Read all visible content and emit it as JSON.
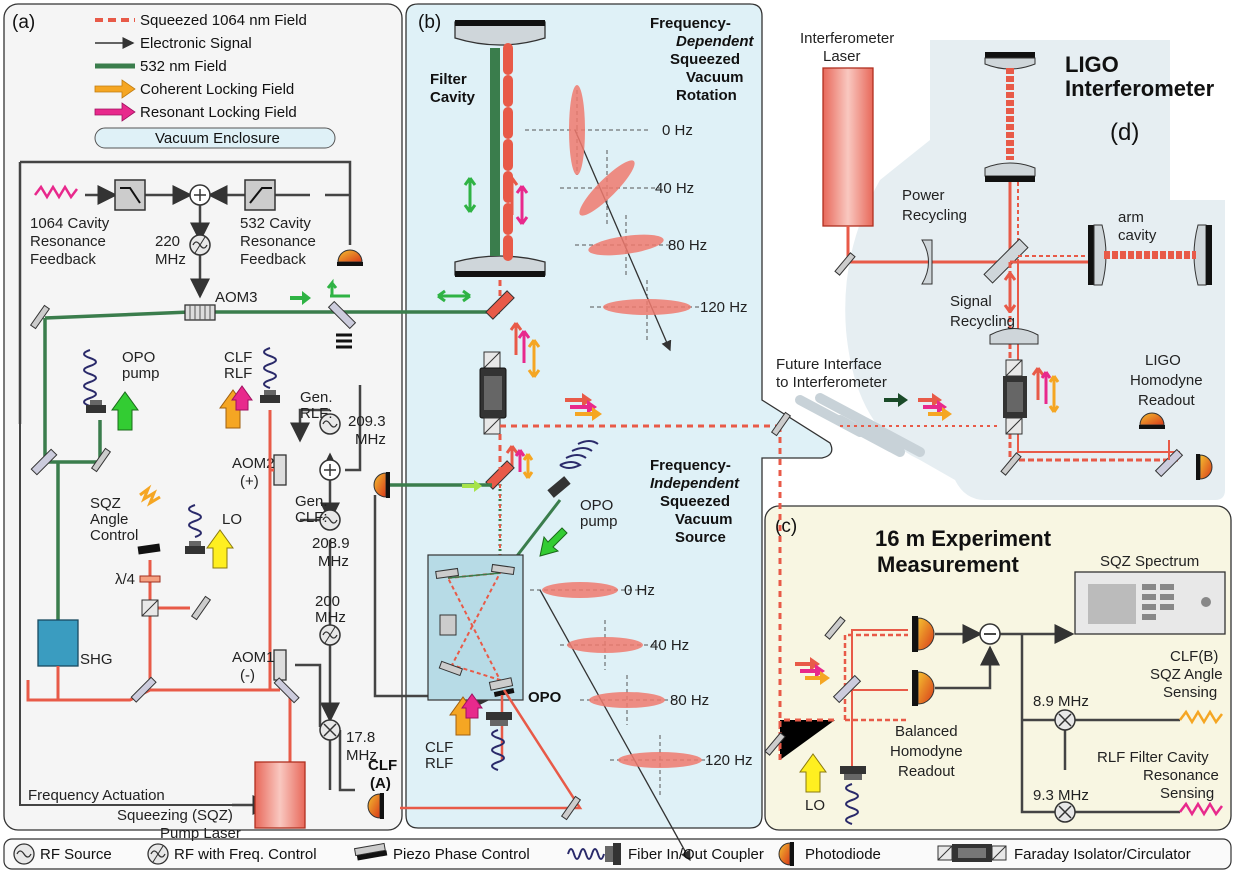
{
  "legend": {
    "squeezed": "Squeezed 1064 nm Field",
    "electronic": "Electronic Signal",
    "green": "532 nm Field",
    "coherent": "Coherent Locking Field",
    "resonant": "Resonant Locking Field",
    "vacuum": "Vacuum Enclosure"
  },
  "panels": {
    "a": "(a)",
    "b": "(b)",
    "c": "(c)",
    "d": "(d)"
  },
  "panel_a": {
    "cav1064_1": "1064 Cavity",
    "cav1064_2": "Resonance",
    "cav1064_3": "Feedback",
    "cav532_1": "532 Cavity",
    "cav532_2": "Resonance",
    "cav532_3": "Feedback",
    "f220_1": "220",
    "f220_2": "MHz",
    "aom3": "AOM3",
    "opo_pump_1": "OPO",
    "opo_pump_2": "pump",
    "clf": "CLF",
    "rlf": "RLF",
    "gen_rlf_1": "Gen.",
    "gen_rlf_2": "RLF:",
    "f2093_1": "209.3",
    "f2093_2": "MHz",
    "aom2": "AOM2",
    "aom2_sign": "(+)",
    "gen_clf_1": "Gen.",
    "gen_clf_2": "CLF:",
    "f2089_1": "208.9",
    "f2089_2": "MHz",
    "sqz_1": "SQZ",
    "sqz_2": "Angle",
    "sqz_3": "Control",
    "lo": "LO",
    "qwp": "λ/4",
    "f200_1": "200",
    "f200_2": "MHz",
    "aom1": "AOM1",
    "aom1_sign": "(-)",
    "shg": "SHG",
    "f178_1": "17.8",
    "f178_2": "MHz",
    "freq_act": "Frequency Actuation",
    "clf_a_1": "CLF",
    "clf_a_2": "(A)",
    "pump_laser_1": "Squeezing (SQZ)",
    "pump_laser_2": "Pump Laser"
  },
  "panel_b": {
    "filter_1": "Filter",
    "filter_2": "Cavity",
    "fd_1": "Frequency-",
    "fd_2": "Dependent",
    "fd_3": "Squeezed",
    "fd_4": "Vacuum",
    "fd_5": "Rotation",
    "fi_1": "Frequency-",
    "fi_2": "Independent",
    "fi_3": "Squeezed",
    "fi_4": "Vacuum",
    "fi_5": "Source",
    "opo_pump_1": "OPO",
    "opo_pump_2": "pump",
    "opo": "OPO",
    "clf": "CLF",
    "rlf": "RLF",
    "hz_top": [
      "0 Hz",
      "40 Hz",
      "80 Hz",
      "120 Hz"
    ],
    "hz_bot": [
      "0 Hz",
      "40 Hz",
      "80 Hz",
      "120 Hz"
    ]
  },
  "panel_c": {
    "title_1": "16 m Experiment",
    "title_2": "Measurement",
    "sqz_spec": "SQZ  Spectrum",
    "clfb_1": "CLF(B)",
    "clfb_2": "SQZ Angle",
    "clfb_3": "Sensing",
    "f89": "8.9 MHz",
    "rlf_1": "RLF Filter Cavity",
    "rlf_2": "Resonance",
    "rlf_3": "Sensing",
    "f93": "9.3  MHz",
    "bhd_1": "Balanced",
    "bhd_2": "Homodyne",
    "bhd_3": "Readout",
    "lo": "LO"
  },
  "panel_d": {
    "ifo_laser_1": "Interferometer",
    "ifo_laser_2": "Laser",
    "ligo_1": "LIGO",
    "ligo_2": "Interferometer",
    "power_1": "Power",
    "power_2": "Recycling",
    "arm_1": "arm",
    "arm_2": "cavity",
    "signal_1": "Signal",
    "signal_2": "Recycling",
    "future_1": "Future Interface",
    "future_2": "to Interferometer",
    "ligo_hd_1": "LIGO",
    "ligo_hd_2": "Homodyne",
    "ligo_hd_3": "Readout"
  },
  "bottom_legend": {
    "rf": "RF Source",
    "rf_freq": "RF with Freq. Control",
    "piezo": "Piezo Phase Control",
    "fiber": "Fiber In/Out Coupler",
    "pd": "Photodiode",
    "faraday": "Faraday Isolator/Circulator"
  },
  "colors": {
    "red": "#e85a48",
    "green": "#3a7d4c",
    "orange": "#f5a623",
    "magenta": "#e8298c",
    "vacuum": "#dff1f7",
    "panel_c": "#f8f6e2",
    "ligo": "#e6eef2"
  }
}
